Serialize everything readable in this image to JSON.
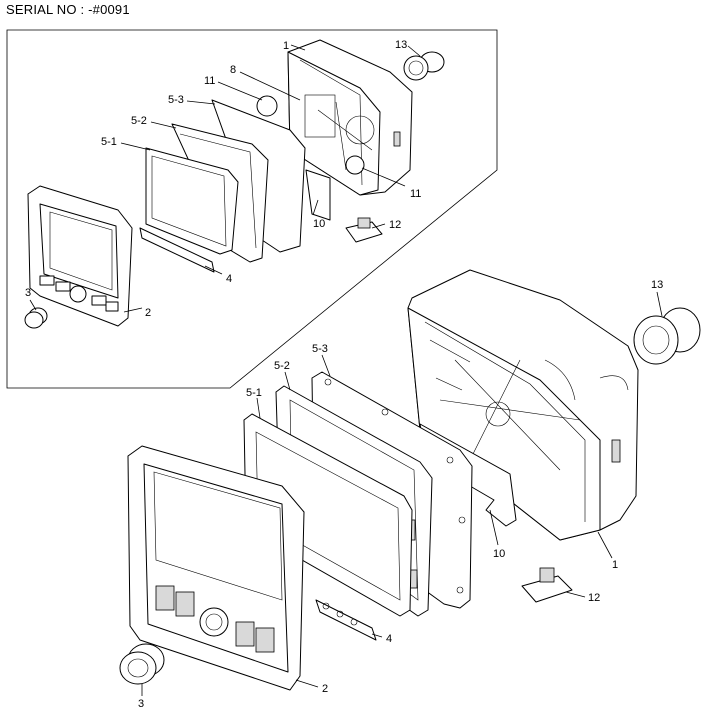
{
  "header": {
    "serial": "SERIAL NO : -#0091"
  },
  "callouts_inset": {
    "c1": "1",
    "c13": "13",
    "c8": "8",
    "c11a": "11",
    "c5_3": "5-3",
    "c5_2": "5-2",
    "c5_1": "5-1",
    "c11b": "11",
    "c10": "10",
    "c12": "12",
    "c4": "4",
    "c3": "3",
    "c2": "2"
  },
  "callouts_main": {
    "c13": "13",
    "c5_3": "5-3",
    "c5_2": "5-2",
    "c5_1": "5-1",
    "c10": "10",
    "c1": "1",
    "c12": "12",
    "c4": "4",
    "c2": "2",
    "c3": "3"
  }
}
